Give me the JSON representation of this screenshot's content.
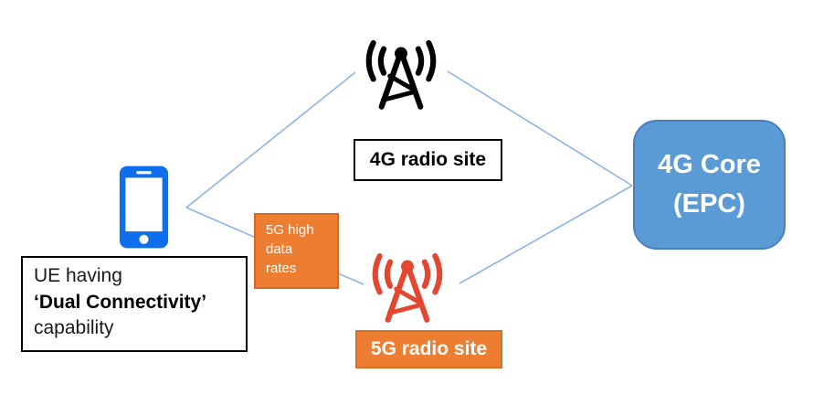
{
  "ue_box": {
    "line1": "UE having",
    "line2": "‘Dual Connectivity’",
    "line3": "capability"
  },
  "link_label": {
    "line1": "5G high",
    "line2": "data",
    "line3": "rates"
  },
  "radio_sites": {
    "site_4g_label": "4G radio site",
    "site_5g_label": "5G radio site"
  },
  "core_box": {
    "line1": "4G Core",
    "line2": "(EPC)"
  },
  "icons": {
    "ue_icon": "smartphone-icon",
    "site_4g_icon": "radio-tower-icon",
    "site_5g_icon": "radio-tower-icon"
  },
  "colors": {
    "phone_blue": "#0E6EEB",
    "tower_4g": "#000000",
    "tower_5g": "#E34730",
    "orange_fill": "#ED7D31",
    "orange_border": "#D06A26",
    "core_fill": "#5B9BD5",
    "core_border": "#4A7FBE",
    "connector_blue": "#8EB4E3"
  }
}
